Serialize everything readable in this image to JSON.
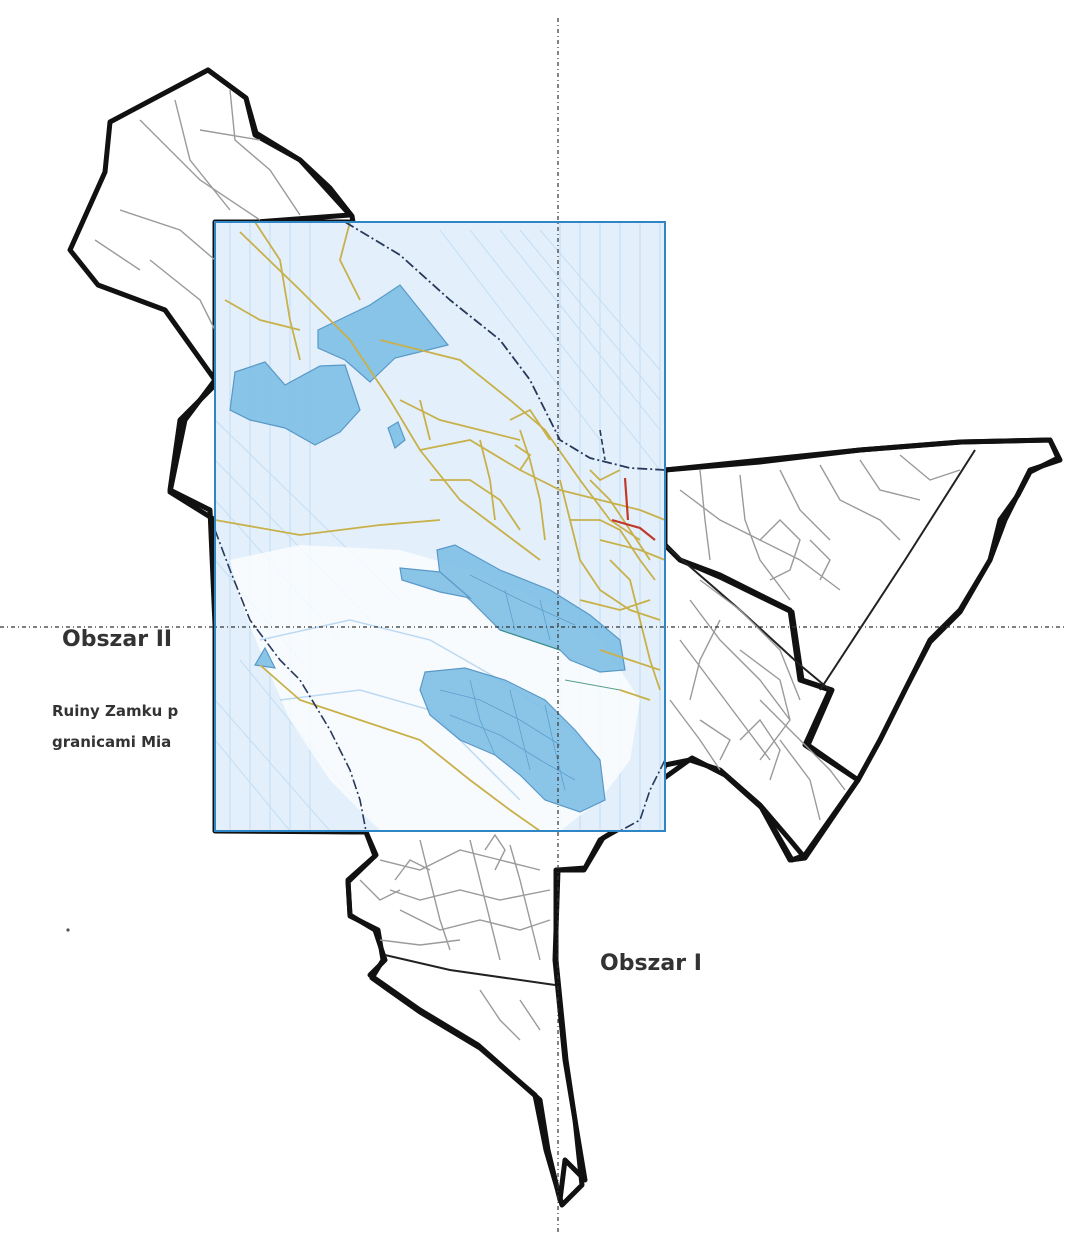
{
  "map": {
    "labels": {
      "area_2": "Obszar II",
      "area_1": "Obszar I",
      "note_line_1": "Ruiny Zamku p",
      "note_line_2": "granicami Mia"
    },
    "colors": {
      "boundary": "#111111",
      "street": "#9a9a9a",
      "overlay_fill": "#e3f0fb",
      "overlay_border": "#2f86c6",
      "zone_fill": "#7fc0e6",
      "zone_stroke": "#4a8fc2",
      "road_yellow": "#c8b04a",
      "road_red": "#c0392b",
      "axis": "#333333"
    }
  }
}
